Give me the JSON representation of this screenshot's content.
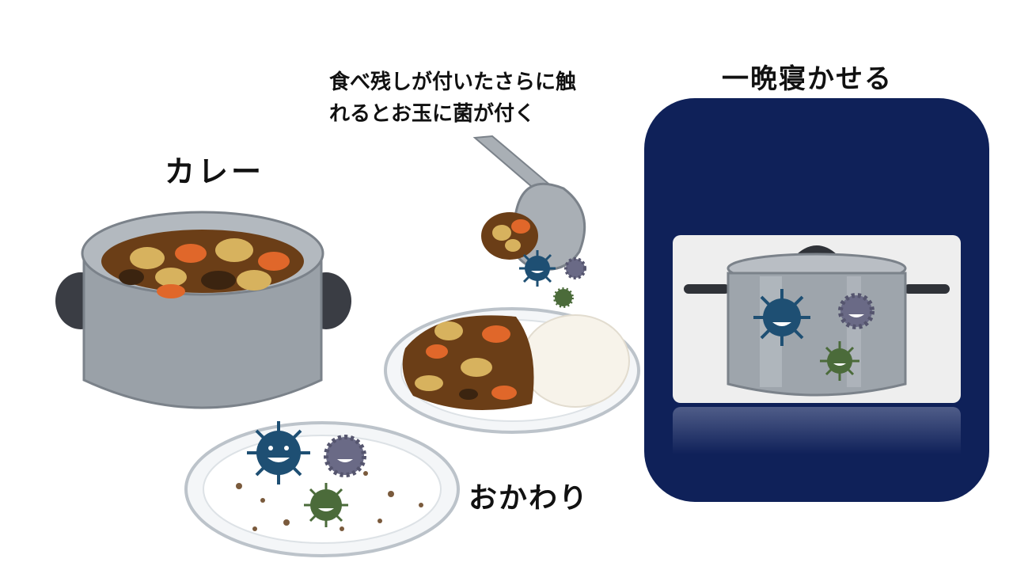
{
  "labels": {
    "curry": "カレー",
    "note_line1": "食べ残しが付いたさらに触",
    "note_line2": "れるとお玉に菌が付く",
    "okawari": "おかわり",
    "overnight": "一晩寝かせる"
  },
  "colors": {
    "panel": "#0f2159",
    "pot": "#9aa1a8",
    "pot_dark": "#3a3d44",
    "curry": "#6b3e17",
    "carrot": "#e0672a",
    "potato": "#d7b25e",
    "germ_blue": "#1e4f73",
    "germ_purple": "#6a6a86",
    "germ_green": "#4b6b3a"
  },
  "icons": [
    "pot-icon",
    "ladle-icon",
    "curry-rice-plate-icon",
    "empty-plate-icon",
    "germ-icon"
  ]
}
